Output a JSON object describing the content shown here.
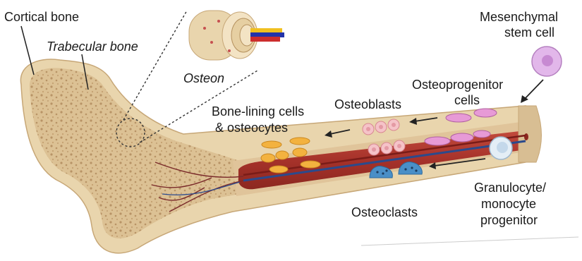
{
  "labels": {
    "cortical_bone": "Cortical bone",
    "trabecular_bone": "Trabecular bone",
    "osteon": "Osteon",
    "mesenchymal_line1": "Mesenchymal",
    "mesenchymal_line2": "stem cell",
    "osteoprogenitor_line1": "Osteoprogenitor",
    "osteoprogenitor_line2": "cells",
    "osteoblasts": "Osteoblasts",
    "bone_lining_line1": "Bone-lining cells",
    "bone_lining_line2": "& osteocytes",
    "osteoclasts": "Osteoclasts",
    "granulocyte_line1": "Granulocyte/",
    "granulocyte_line2": "monocyte",
    "granulocyte_line3": "progenitor"
  },
  "colors": {
    "cortical": "#e8d2a8",
    "trabecular": "#d9bc8a",
    "marrow": "#a9342c",
    "vessel_blue": "#2b4a8c",
    "mesenchymal_cell": "#d9a8e0",
    "osteoprogenitor_cell": "#d980c8",
    "osteoblast_cell": "#f2b9c0",
    "bone_lining_cell": "#f0a83a",
    "osteoclast_cell": "#4a8fc7",
    "progenitor_cell": "#e3edf5"
  },
  "icons": [
    "mesenchymal-stem-cell-icon",
    "osteoprogenitor-cell-icon",
    "osteoblast-icon",
    "bone-lining-cell-icon",
    "osteoclast-icon",
    "progenitor-cell-icon",
    "osteon-icon"
  ]
}
